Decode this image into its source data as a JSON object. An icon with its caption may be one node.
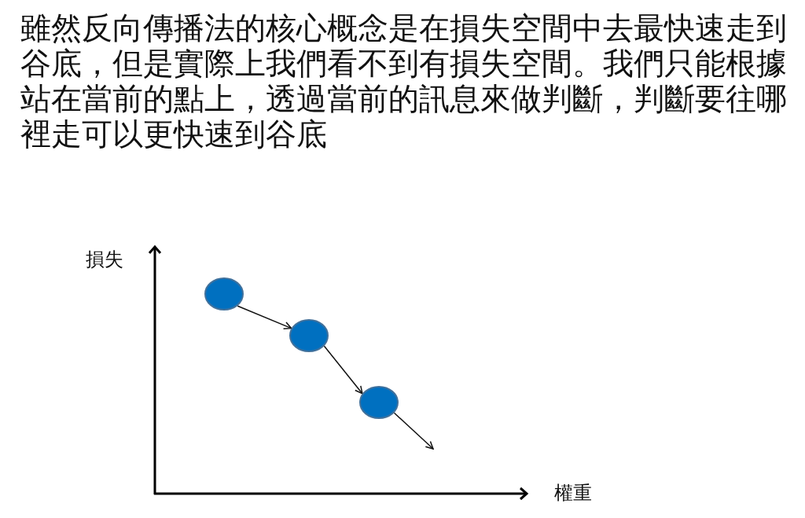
{
  "diagram": {
    "title": "雖然反向傳播法的核心概念是在損失空間中去最快速走到谷底，但是實際上我們看不到有損失空間。我們只能根據站在當前的點上，透過當前的訊息來做判斷，判斷要往哪裡走可以更快速到谷底",
    "nodes": [
      {
        "text": [],
        "shape": "circle"
      },
      {
        "text": [],
        "shape": "circle"
      },
      {
        "text": [],
        "shape": "circle"
      }
    ],
    "edges": [
      {
        "from": 0,
        "to": 1,
        "arrow": "to"
      },
      {
        "from": 1,
        "to": 2,
        "arrow": "to"
      },
      {
        "from": 2,
        "to": null,
        "arrow": "to"
      }
    ],
    "labels": [
      "損失",
      "權重"
    ]
  }
}
